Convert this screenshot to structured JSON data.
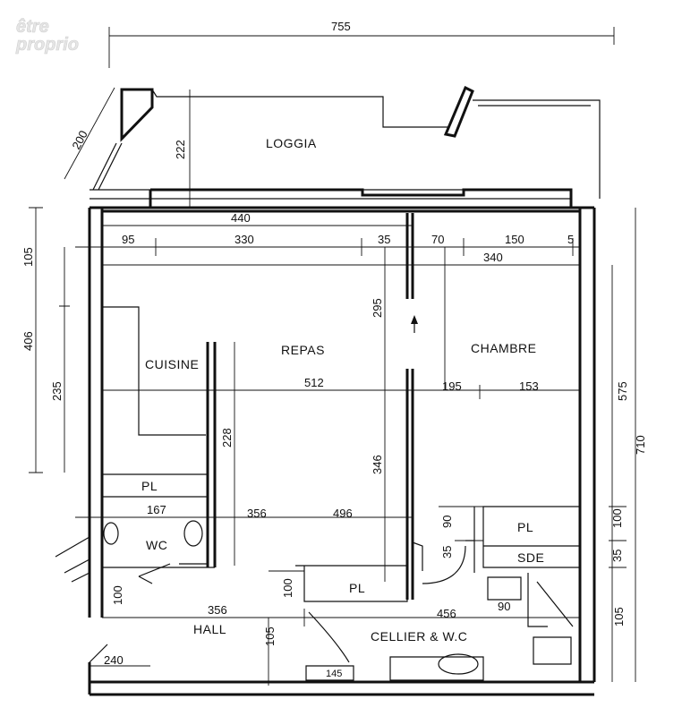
{
  "watermark": {
    "line1": "être",
    "line2": "proprio"
  },
  "rooms": {
    "loggia": "LOGGIA",
    "repas": "REPAS",
    "chambre": "CHAMBRE",
    "cuisine": "CUISINE",
    "wc": "WC",
    "hall": "HALL",
    "cellier": "CELLIER & W.C",
    "sde": "SDE",
    "pl": "PL"
  },
  "dimensions": {
    "overall_width": "755",
    "loggia_depth": "222",
    "loggia_side": "200",
    "w440": "440",
    "d95": "95",
    "d330": "330",
    "d35_top": "35",
    "d70": "70",
    "d150": "150",
    "d5": "5",
    "d340": "340",
    "d295": "295",
    "d105_left": "105",
    "d406": "406",
    "d235": "235",
    "d512": "512",
    "d195": "195",
    "d153": "153",
    "d575": "575",
    "d710": "710",
    "d228": "228",
    "d346": "346",
    "d167": "167",
    "d356_mid": "356",
    "d496": "496",
    "d90_a": "90",
    "d35_b": "35",
    "d100_r": "100",
    "d35_r": "35",
    "d100_hall": "100",
    "d100_cellier": "100",
    "d356_hall": "356",
    "d456": "456",
    "d90_c": "90",
    "d105_hall": "105",
    "d105_r": "105",
    "d240": "240",
    "d145": "145"
  }
}
